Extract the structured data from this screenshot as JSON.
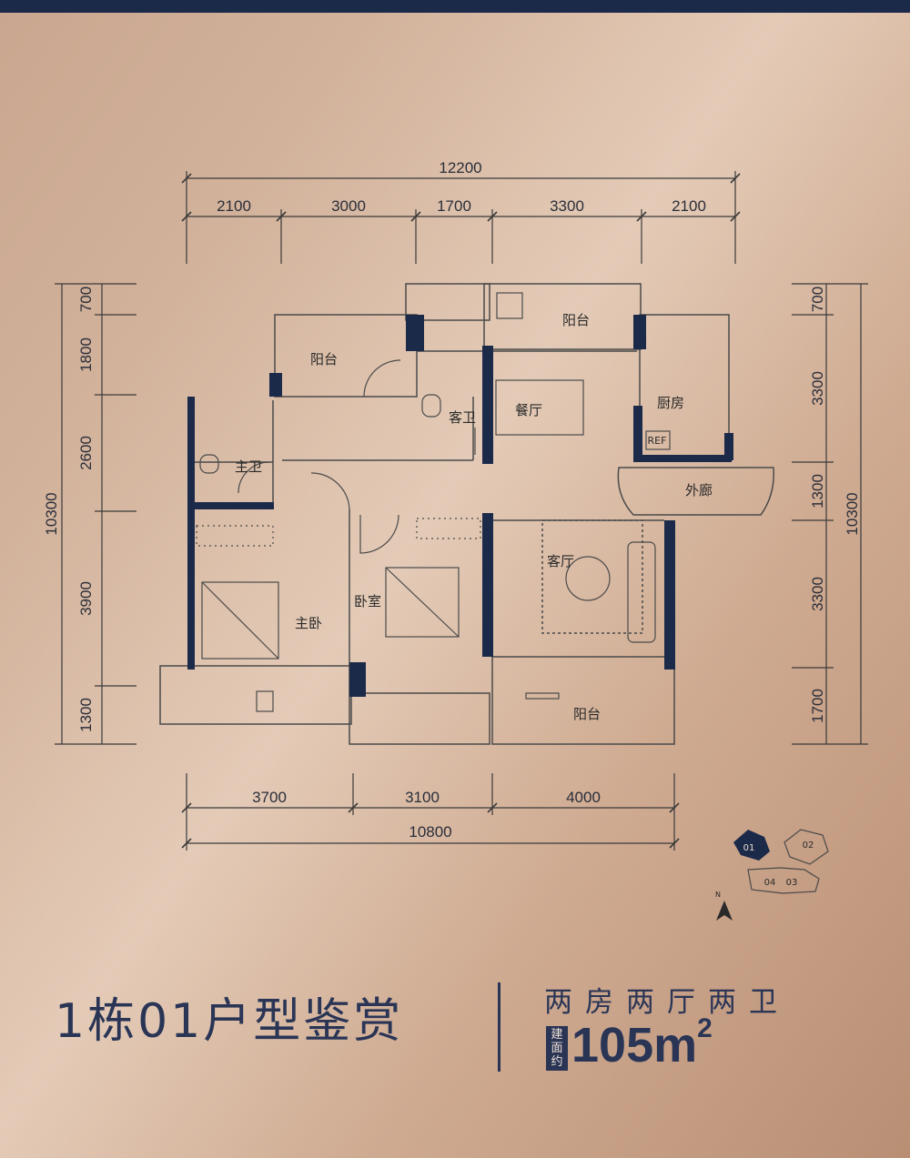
{
  "dims": {
    "top_total": "12200",
    "top": [
      "2100",
      "3000",
      "1700",
      "3300",
      "2100"
    ],
    "bottom": [
      "3700",
      "3100",
      "4000"
    ],
    "bottom_total": "10800",
    "left": [
      "700",
      "1800",
      "2600",
      "3900",
      "1300"
    ],
    "left_total": "10300",
    "right": [
      "700",
      "3300",
      "1300",
      "3300",
      "1700"
    ],
    "right_total": "10300"
  },
  "rooms": {
    "balcony_top_left": "阳台",
    "balcony_top_right": "阳台",
    "balcony_bottom": "阳台",
    "guest_bath": "客卫",
    "dining": "餐厅",
    "kitchen": "厨房",
    "master_bath": "主卫",
    "corridor": "外廊",
    "living": "客厅",
    "bedroom": "卧室",
    "master_bedroom": "主卧",
    "fridge": "REF"
  },
  "keyplan": {
    "units": [
      "01",
      "02",
      "04",
      "03"
    ],
    "north": "N"
  },
  "title": "1栋01户型鉴赏",
  "subtitle": "两房两厅两卫",
  "area_tag": "建面约",
  "area_value": "105m",
  "area_unit_sup": "2",
  "colors": {
    "navy": "#1c2a4a",
    "text": "#2a3556"
  }
}
